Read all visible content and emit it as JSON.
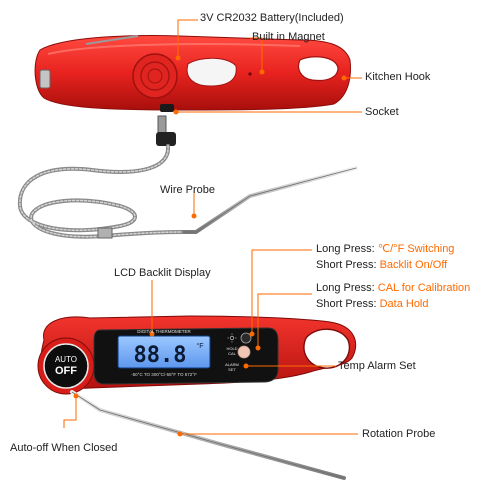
{
  "colors": {
    "accent": "#ff6a00",
    "body_red": "#e8231f",
    "body_dark": "#b5120f",
    "lcd_blue": "#7fb6ff",
    "button_black": "#0d0d0d"
  },
  "callouts": {
    "battery": "3V CR2032 Battery(Included)",
    "magnet": "Built in Magnet",
    "kitchen_hook": "Kitchen Hook",
    "socket": "Socket",
    "wire_probe": "Wire Probe",
    "lcd_backlit": "LCD Backlit Display",
    "long_press_1_prefix": "Long Press: ",
    "long_press_1_action": "℃/°F Switching",
    "short_press_1_prefix": "Short Press: ",
    "short_press_1_action": "Backlit On/Off",
    "long_press_2_prefix": "Long Press: ",
    "long_press_2_action": "CAL for Calibration",
    "short_press_2_prefix": "Short Press: ",
    "short_press_2_action": "Data Hold",
    "temp_alarm": "Temp Alarm Set",
    "auto_off": "Auto-off When Closed",
    "rotation_probe": "Rotation Probe"
  },
  "device": {
    "header_text": "DIGITAL THERMOMETER",
    "lcd_reading": "88.8",
    "lcd_unit": "°F",
    "range_text": "-50°C TO 300°C/-58°F TO 572°F",
    "auto_word": "AUTO",
    "off_word": "OFF",
    "hold_label": "HOLD",
    "cal_label": "CAL",
    "alarm_label": "ALARM",
    "set_label": "SET"
  },
  "icons": {
    "backlight": "sun-icon"
  }
}
